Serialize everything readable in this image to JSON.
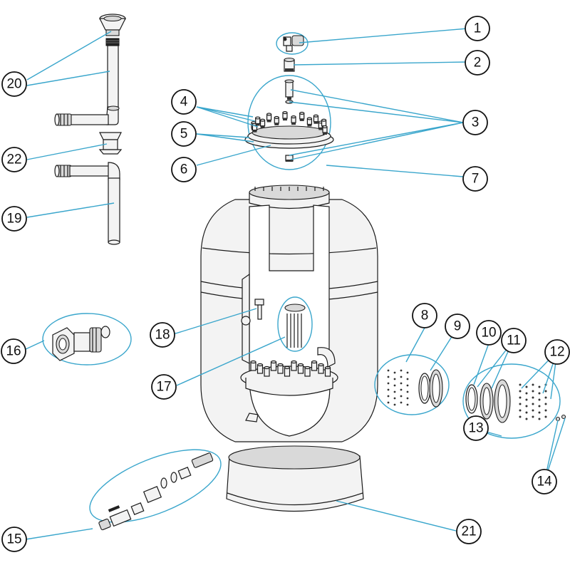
{
  "callouts": [
    {
      "id": "1",
      "label": "1"
    },
    {
      "id": "2",
      "label": "2"
    },
    {
      "id": "3",
      "label": "3"
    },
    {
      "id": "4",
      "label": "4"
    },
    {
      "id": "5",
      "label": "5"
    },
    {
      "id": "6",
      "label": "6"
    },
    {
      "id": "7",
      "label": "7"
    },
    {
      "id": "8",
      "label": "8"
    },
    {
      "id": "9",
      "label": "9"
    },
    {
      "id": "10",
      "label": "10"
    },
    {
      "id": "11",
      "label": "11"
    },
    {
      "id": "12",
      "label": "12"
    },
    {
      "id": "13",
      "label": "13"
    },
    {
      "id": "14",
      "label": "14"
    },
    {
      "id": "15",
      "label": "15"
    },
    {
      "id": "16",
      "label": "16"
    },
    {
      "id": "17",
      "label": "17"
    },
    {
      "id": "18",
      "label": "18"
    },
    {
      "id": "19",
      "label": "19"
    },
    {
      "id": "20",
      "label": "20"
    },
    {
      "id": "21",
      "label": "21"
    },
    {
      "id": "22",
      "label": "22"
    }
  ],
  "colors": {
    "leader": "#3aa6cc",
    "outline": "#1a1a1a",
    "fill": "#f3f3f3"
  }
}
